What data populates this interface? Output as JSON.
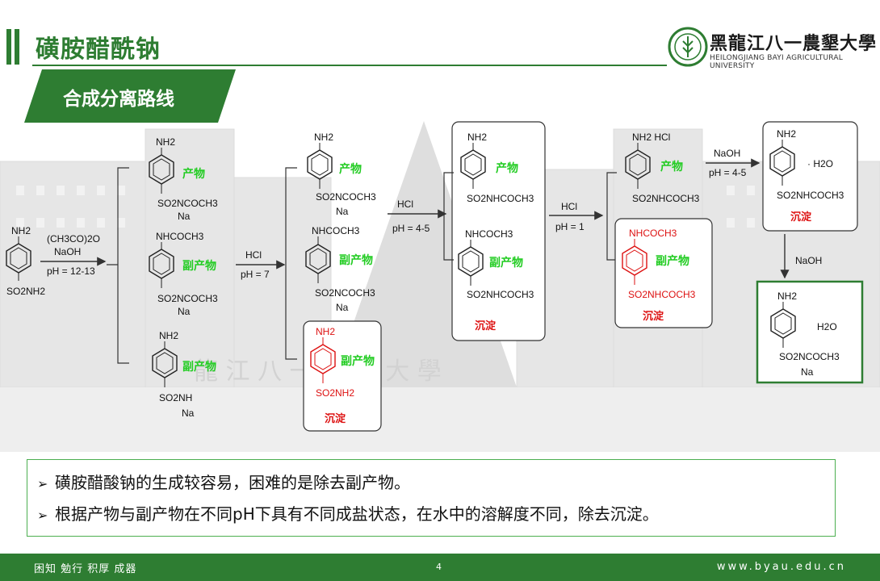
{
  "header": {
    "title": "磺胺醋酰钠",
    "subtitle": "合成分离路线",
    "university_cn": "黑龍江八一農墾大學",
    "university_en": "HEILONGJIANG BAYI AGRICULTURAL UNIVERSITY",
    "watermark": "龍 江 八 一 農 墾 大 學"
  },
  "colors": {
    "brand_green": "#2e7d32",
    "label_green": "#22cc22",
    "highlight_red": "#dd1111",
    "box_border": "#333333"
  },
  "scheme": {
    "start": {
      "top": "NH2",
      "bottom": "SO2NH2"
    },
    "arrow1": {
      "above1": "(CH3CO)2O",
      "above2": "NaOH",
      "below": "pH = 12-13"
    },
    "stage1": {
      "m1": {
        "top": "NH2",
        "bottom": "SO2NCOCH3",
        "na": "Na",
        "label": "产物"
      },
      "m2": {
        "top": "NHCOCH3",
        "bottom": "SO2NCOCH3",
        "na": "Na",
        "label": "副产物"
      },
      "m3": {
        "top": "NH2",
        "bottom": "SO2NH",
        "na": "Na",
        "label": "副产物"
      }
    },
    "arrow2": {
      "above": "HCl",
      "below": "pH = 7"
    },
    "stage2": {
      "m1": {
        "top": "NH2",
        "bottom": "SO2NCOCH3",
        "na": "Na",
        "label": "产物"
      },
      "m2": {
        "top": "NHCOCH3",
        "bottom": "SO2NCOCH3",
        "na": "Na",
        "label": "副产物"
      },
      "m3": {
        "top": "NH2",
        "bottom": "SO2NH2",
        "label": "副产物",
        "status": "沉淀"
      }
    },
    "arrow3": {
      "above": "HCl",
      "below": "pH = 4-5"
    },
    "stage3": {
      "m1": {
        "top": "NH2",
        "bottom": "SO2NHCOCH3",
        "label": "产物"
      },
      "m2": {
        "top": "NHCOCH3",
        "bottom": "SO2NHCOCH3",
        "label": "副产物"
      },
      "status": "沉淀"
    },
    "arrow4": {
      "above": "HCl",
      "below": "pH = 1"
    },
    "stage4": {
      "m1": {
        "top": "NH2 HCl",
        "bottom": "SO2NHCOCH3",
        "label": "产物"
      },
      "m2": {
        "top": "NHCOCH3",
        "bottom": "SO2NHCOCH3",
        "label": "副产物",
        "status": "沉淀"
      }
    },
    "arrow5": {
      "above": "NaOH",
      "below": "pH = 4-5"
    },
    "stage5": {
      "top": "NH2",
      "bottom": "SO2NHCOCH3",
      "water": "· H2O",
      "status": "沉淀"
    },
    "arrow6": {
      "label": "NaOH"
    },
    "final": {
      "top": "NH2",
      "bottom": "SO2NCOCH3",
      "na": "Na",
      "water": "H2O"
    }
  },
  "notes": [
    "磺胺醋酸钠的生成较容易，困难的是除去副产物。",
    "根据产物与副产物在不同pH下具有不同成盐状态，在水中的溶解度不同，除去沉淀。"
  ],
  "footer": {
    "motto": "困知 勉行 积厚 成器",
    "page": "4",
    "website": "www.byau.edu.cn"
  }
}
